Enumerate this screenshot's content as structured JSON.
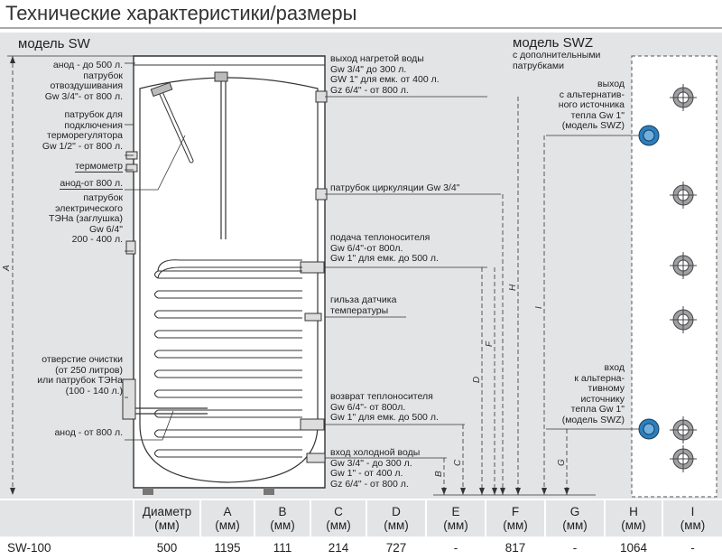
{
  "title": "Технические характеристики/размеры",
  "models": {
    "sw": "модель SW",
    "swz": "модель SWZ",
    "swz_sub": [
      "с дополнительными",
      "патрубками"
    ]
  },
  "left_labels": {
    "anode_top": [
      "анод - до 500 л.",
      "патрубок",
      "отвоздушивания",
      "Gw 3/4\"- от 800 л."
    ],
    "thermostat": [
      "патрубок для",
      "подключения",
      "терморегулятора",
      "Gw 1/2\" - от 800 л."
    ],
    "thermometer": "термометр",
    "anode_800": "анод-от 800 л.",
    "heater": [
      "патрубок",
      "электрического",
      "ТЭНа (заглушка)",
      "Gw 6/4\"",
      "200 - 400 л."
    ],
    "cleaning": [
      "отверстие очистки",
      "(от 250 литров)",
      "или патрубок ТЭНа",
      "(100 - 140 л.)"
    ],
    "anode_bottom": "анод - от 800 л."
  },
  "right_labels": {
    "hot_out": [
      "выход нагретой воды",
      "Gw 3/4\" до 300 л.",
      "GW 1\" для емк. от 400 л.",
      "Gz 6/4\" - от 800 л."
    ],
    "circulation": "патрубок циркуляции Gw 3/4\"",
    "supply": [
      "подача теплоносителя",
      "Gw 6/4\"-от 800л.",
      "Gw 1\" для емк. до 500 л."
    ],
    "sensor": [
      "гильза датчика",
      "температуры"
    ],
    "return": [
      "возврат теплоносителя",
      "Gw 6/4\"- от 800л.",
      "Gw 1\" для емк. до 500 л."
    ],
    "cold_in": [
      "вход холодной воды",
      "Gw 3/4\" - до 300 л.",
      "Gw 1\" - от 400 л.",
      "Gz 6/4\" - от 800 л."
    ]
  },
  "swz_labels": {
    "alt_out": [
      "выход",
      "с альтернатив-",
      "ного источника",
      "тепла Gw 1\"",
      "(модель SWZ)"
    ],
    "alt_in": [
      "вход",
      "к альтерна-",
      "тивному",
      "источнику",
      "тепла Gw 1\"",
      "(модель SWZ)"
    ]
  },
  "dims": [
    "A",
    "B",
    "C",
    "D",
    "E",
    "F",
    "G",
    "H",
    "I"
  ],
  "colors": {
    "panel": "#e3e4e6",
    "accent_port": "#2a7fc0",
    "line": "#333333"
  },
  "table": {
    "headers": [
      [
        "",
        ""
      ],
      [
        "Диаметр",
        "(мм)"
      ],
      [
        "A",
        "(мм)"
      ],
      [
        "B",
        "(мм)"
      ],
      [
        "C",
        "(мм)"
      ],
      [
        "D",
        "(мм)"
      ],
      [
        "E",
        "(мм)"
      ],
      [
        "F",
        "(мм)"
      ],
      [
        "G",
        "(мм)"
      ],
      [
        "H",
        "(мм)"
      ],
      [
        "I",
        "(мм)"
      ]
    ],
    "rows": [
      [
        "SW-100",
        "500",
        "1195",
        "111",
        "214",
        "727",
        "-",
        "817",
        "-",
        "1064",
        "-"
      ]
    ]
  }
}
